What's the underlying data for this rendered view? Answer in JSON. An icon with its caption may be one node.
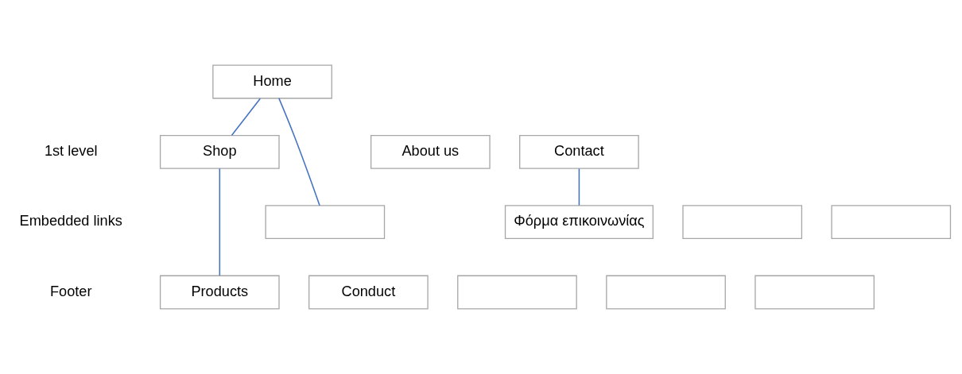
{
  "diagram": {
    "nodes": [
      {
        "text": [
          "Home"
        ]
      },
      {
        "text": [
          "About us"
        ]
      },
      {
        "text": [
          "Shop"
        ]
      },
      {
        "text": [
          "Contact"
        ]
      },
      {
        "text": [],
        "shape": "box"
      },
      {
        "text": [],
        "shape": "box"
      },
      {
        "text": [],
        "shape": "box"
      },
      {
        "text": [
          "Φόρμα επικοινωνίας"
        ]
      },
      {
        "text": [
          "Conduct"
        ]
      },
      {
        "text": [
          "Products"
        ]
      },
      {
        "text": [],
        "shape": "box"
      },
      {
        "text": [],
        "shape": "box"
      },
      {
        "text": [],
        "shape": "box"
      }
    ],
    "edges": [
      {
        "from": 0,
        "to": 2,
        "arrow": "none"
      },
      {
        "from": 0,
        "to": 5,
        "arrow": "none"
      },
      {
        "from": 2,
        "to": 9,
        "arrow": "none"
      },
      {
        "from": 3,
        "to": 7,
        "arrow": "none"
      }
    ],
    "labels": [
      "1st level",
      "Embedded links",
      "Footer"
    ]
  }
}
